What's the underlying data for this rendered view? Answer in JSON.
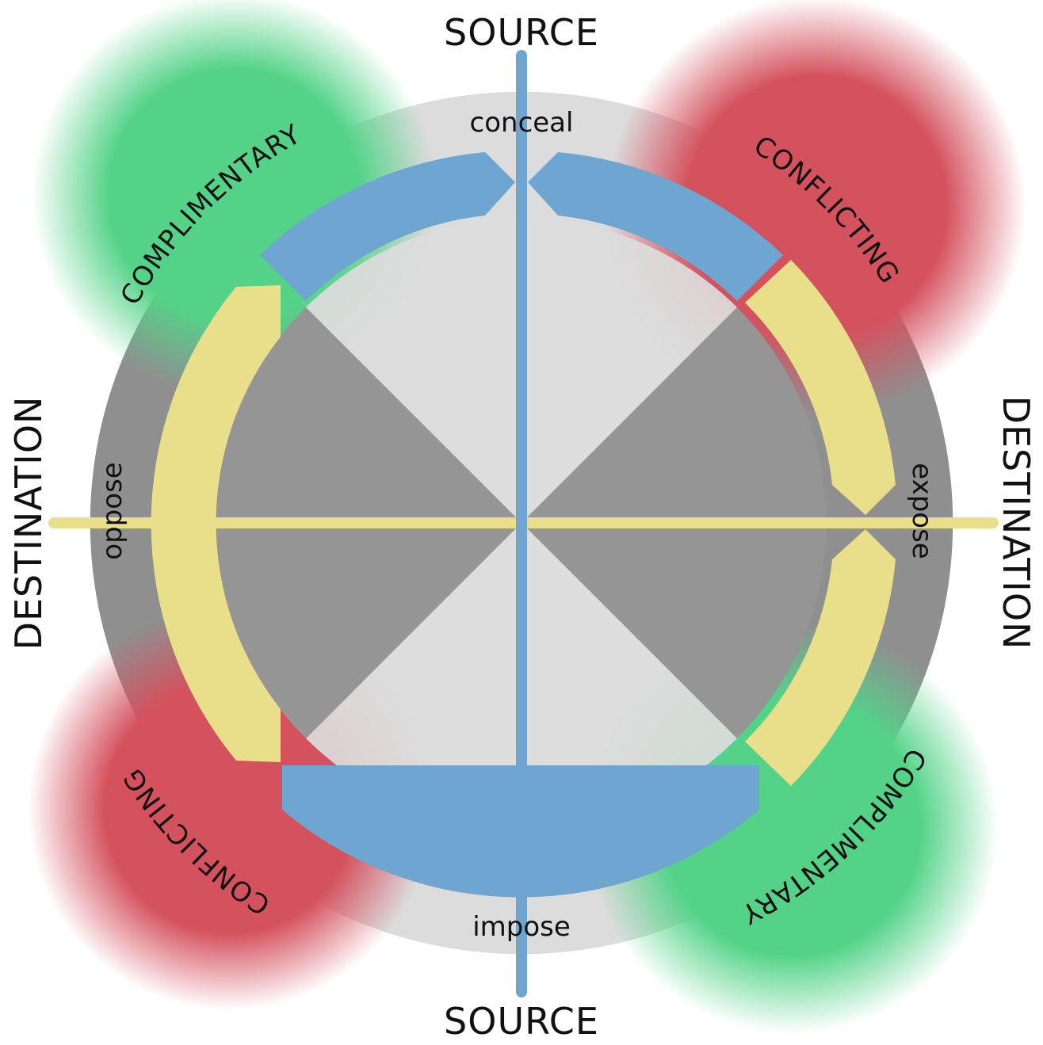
{
  "axes": {
    "top": "SOURCE",
    "bottom": "SOURCE",
    "left": "DESTINATION",
    "right": "DESTINATION"
  },
  "verbs": {
    "top": "conceal",
    "bottom": "impose",
    "left": "oppose",
    "right": "expose"
  },
  "quadrants": {
    "top_left": "COMPLIMENTARY",
    "top_right": "CONFLICTING",
    "bottom_left": "CONFLICTING",
    "bottom_right": "COMPLIMENTARY"
  },
  "colors": {
    "source_axis": "#6fa5d1",
    "destination_axis": "#e9df8a",
    "complimentary": "#54d388",
    "conflicting": "#d4525e",
    "ring_light": "#dcdcdc",
    "ring_dark": "#8f8f8f"
  }
}
